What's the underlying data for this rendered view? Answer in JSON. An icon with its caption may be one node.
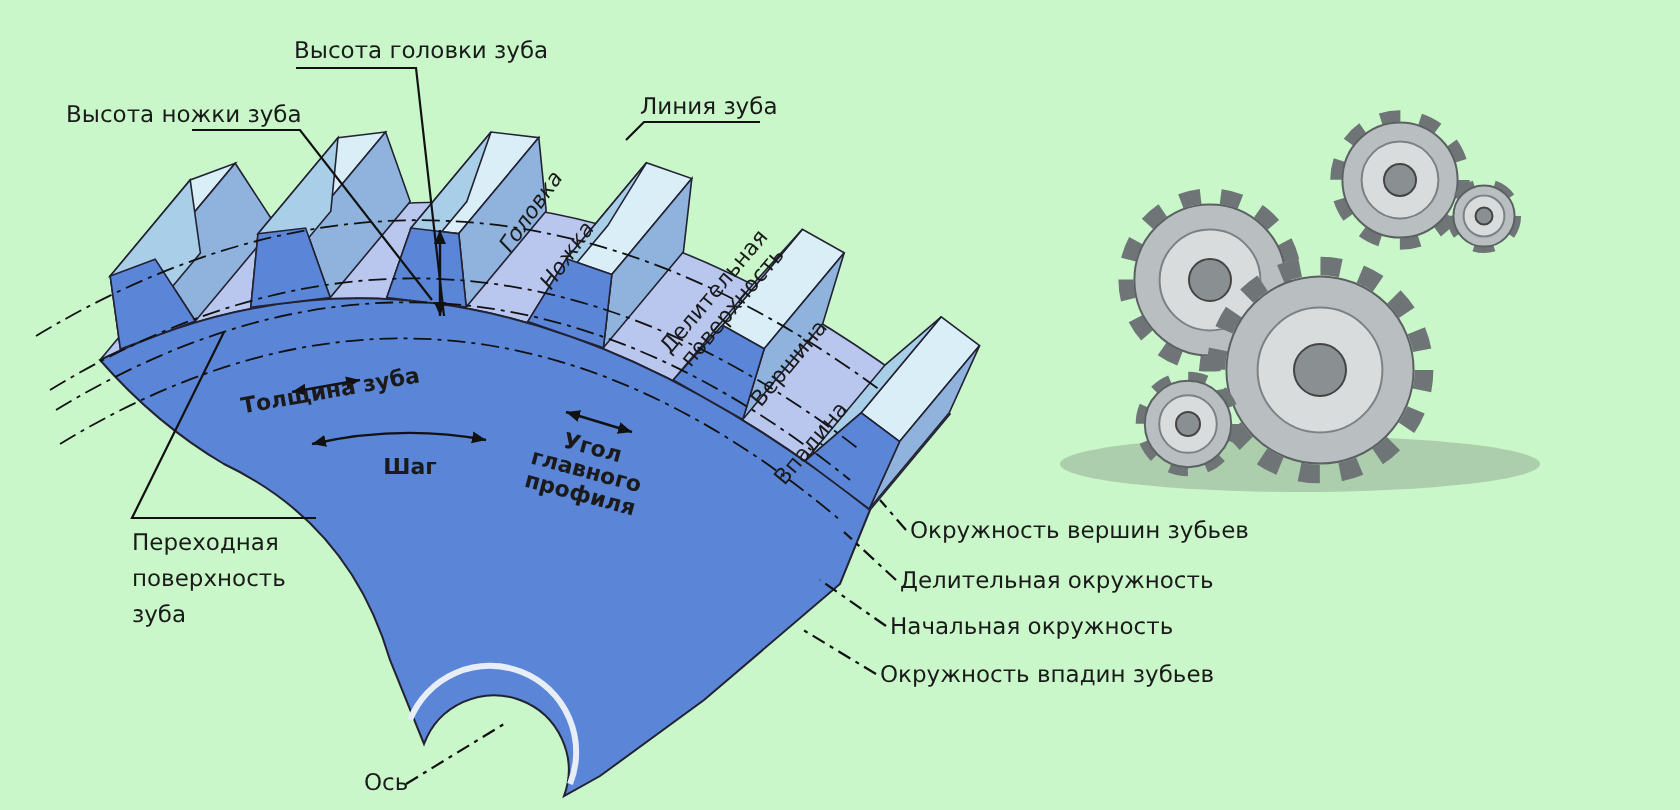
{
  "diagram": {
    "nodes": [
      {
        "text": [
          "Высота головки зуба"
        ]
      },
      {
        "text": [
          "Высота ножки зуба"
        ]
      },
      {
        "text": [
          "Линия зуба"
        ]
      },
      {
        "text": [
          "Переходная поверхность зуба"
        ]
      },
      {
        "text": [
          "Ось"
        ]
      },
      {
        "text": [
          "Окружность вершин зубьев"
        ]
      },
      {
        "text": [
          "Делительная окружность"
        ]
      },
      {
        "text": [
          "Начальная окружность"
        ]
      },
      {
        "text": [
          "Окружность впадин зубьев"
        ]
      }
    ],
    "edges": [
      {
        "from": 0,
        "to": null,
        "arrow": "none"
      },
      {
        "from": 1,
        "to": null,
        "arrow": "none"
      },
      {
        "from": 2,
        "to": null,
        "arrow": "none"
      },
      {
        "from": 3,
        "to": null,
        "arrow": "none"
      },
      {
        "from": 4,
        "to": null,
        "arrow": "none",
        "style": "dashed"
      },
      {
        "from": 5,
        "to": null,
        "arrow": "none",
        "style": "dashed"
      },
      {
        "from": 6,
        "to": null,
        "arrow": "none",
        "style": "dashed"
      },
      {
        "from": 7,
        "to": null,
        "arrow": "none",
        "style": "dashed"
      },
      {
        "from": 8,
        "to": null,
        "arrow": "none",
        "style": "dashed"
      }
    ],
    "labels": [
      "Головка",
      "Ножка",
      "Делительная поверхность",
      "Вершина",
      "Впадина",
      "Толщина зуба",
      "Шаг",
      "Угол главного профиля"
    ]
  }
}
